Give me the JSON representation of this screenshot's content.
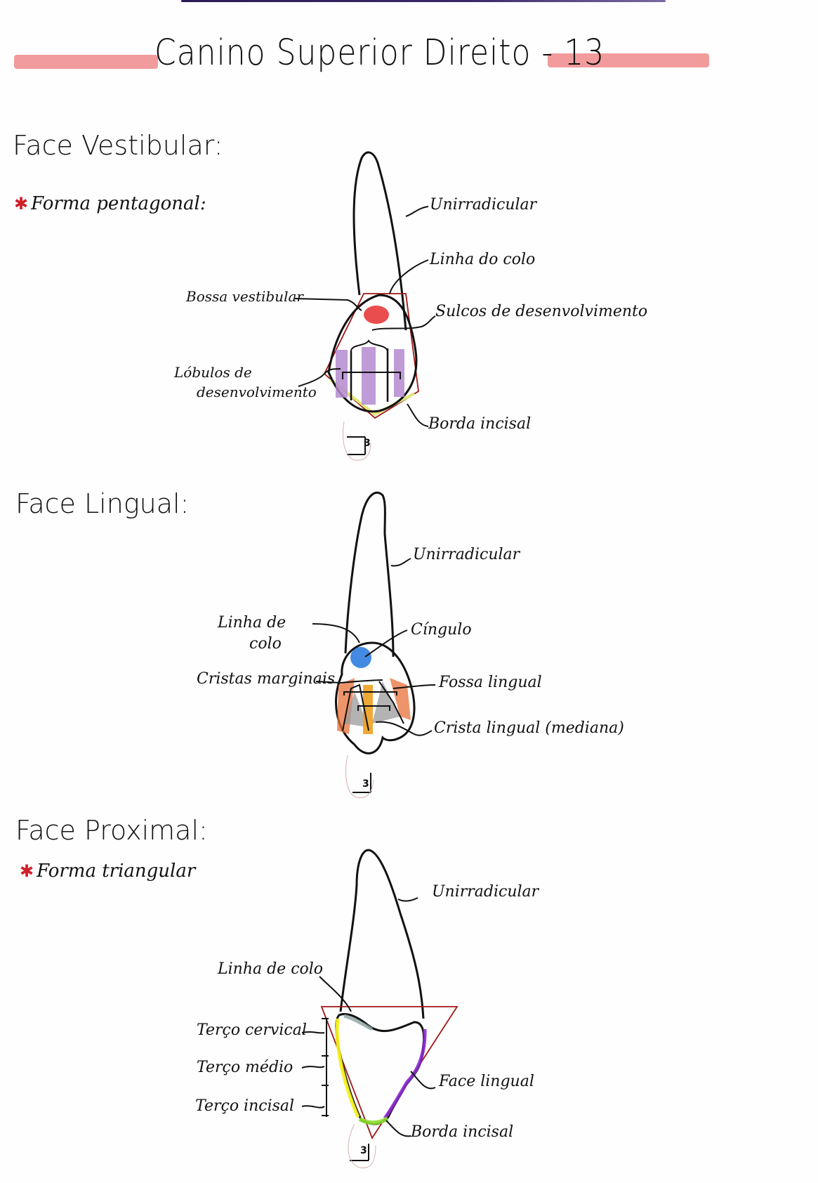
{
  "page": {
    "title": "Canino Superior Direito - 13",
    "accent_colors": {
      "title_highlight": "#f08a8c",
      "asterisk": "#d0202a",
      "outline_red": "#a01818",
      "bossa_red": "#e83a3a",
      "lobulos_purple": "#b48ad0",
      "cingulo_blue": "#2f7de0",
      "cristas_orange": "#e8703a",
      "crista_lingual_orange": "#f0a020",
      "fossa_gray": "#9a9a9a",
      "terco_yellow": "#f5f020",
      "face_lingual_purple": "#8a2ad0",
      "borda_green": "#8ee030"
    }
  },
  "sections": {
    "vestibular": {
      "heading": "Face Vestibular:",
      "bullet": "Forma pentagonal:",
      "labels": {
        "unirradicular": "Unirradicular",
        "linha_colo": "Linha do colo",
        "bossa": "Bossa vestibular",
        "sulcos": "Sulcos de desenvolvimento",
        "lobulos_1": "Lóbulos de",
        "lobulos_2": "desenvolvimento",
        "borda": "Borda incisal"
      },
      "tooth_number": "3"
    },
    "lingual": {
      "heading": "Face Lingual:",
      "labels": {
        "unirradicular": "Unirradicular",
        "linha_1": "Linha de",
        "linha_2": "colo",
        "cingulo": "Cíngulo",
        "cristas": "Cristas marginais",
        "fossa": "Fossa lingual",
        "crista_lingual": "Crista lingual (mediana)"
      },
      "tooth_number": "3"
    },
    "proximal": {
      "heading": "Face Proximal:",
      "bullet": "Forma triangular",
      "labels": {
        "unirradicular": "Unirradicular",
        "linha_colo": "Linha de colo",
        "terco_cervical": "Terço cervical",
        "terco_medio": "Terço médio",
        "terco_incisal": "Terço incisal",
        "face_lingual": "Face lingual",
        "borda": "Borda incisal"
      },
      "tooth_number": "3"
    }
  }
}
